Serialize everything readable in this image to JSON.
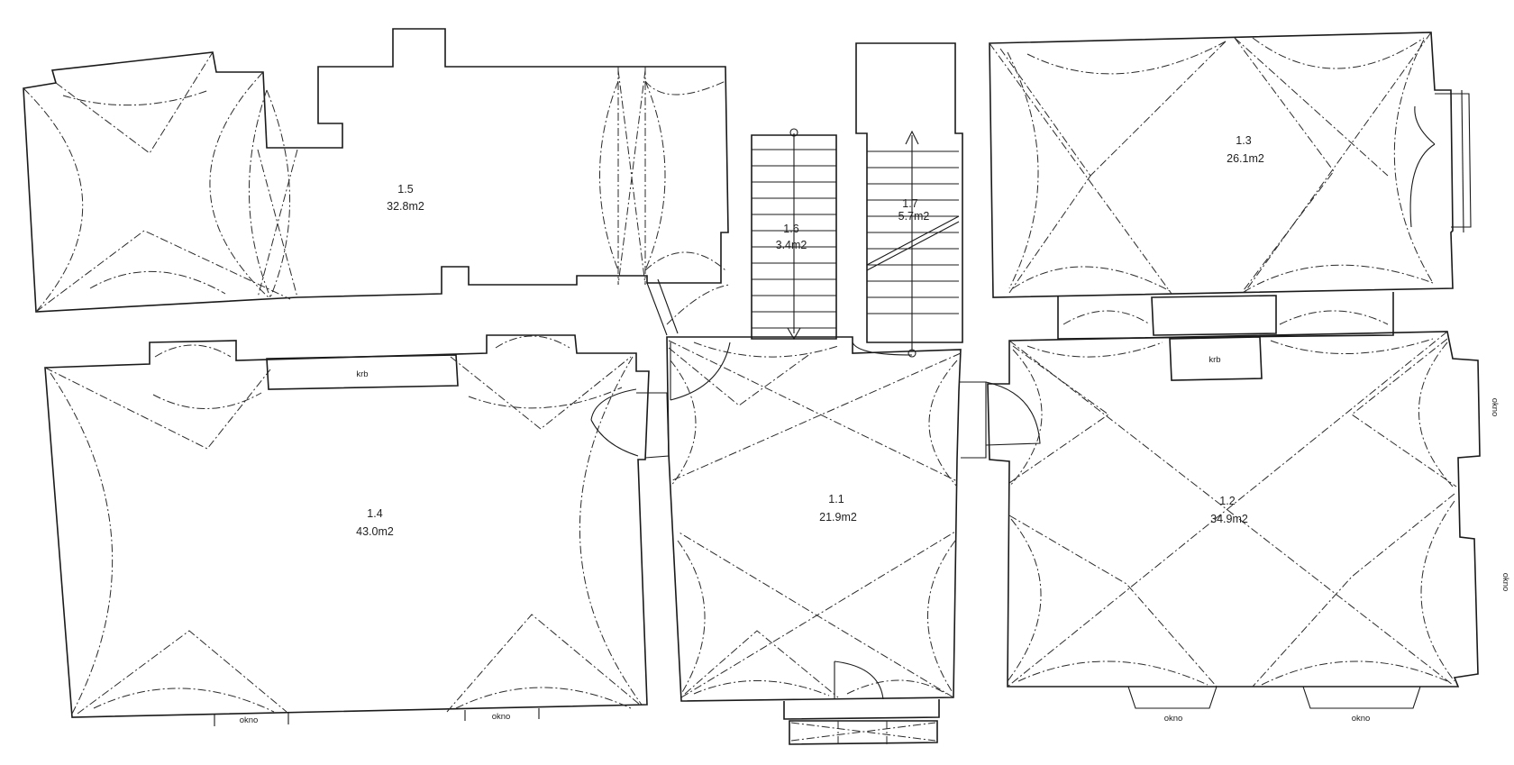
{
  "rooms": [
    {
      "id": "1.1",
      "area": "21.9m2"
    },
    {
      "id": "1.2",
      "area": "34.9m2"
    },
    {
      "id": "1.3",
      "area": "26.1m2"
    },
    {
      "id": "1.4",
      "area": "43.0m2"
    },
    {
      "id": "1.5",
      "area": "32.8m2"
    },
    {
      "id": "1.6",
      "area": "3.4m2"
    },
    {
      "id": "1.7",
      "area": "5.7m2"
    }
  ],
  "fireplaces": [
    "krb",
    "krb"
  ],
  "windows": [
    "okno",
    "okno",
    "okno",
    "okno",
    "okno",
    "okno"
  ]
}
